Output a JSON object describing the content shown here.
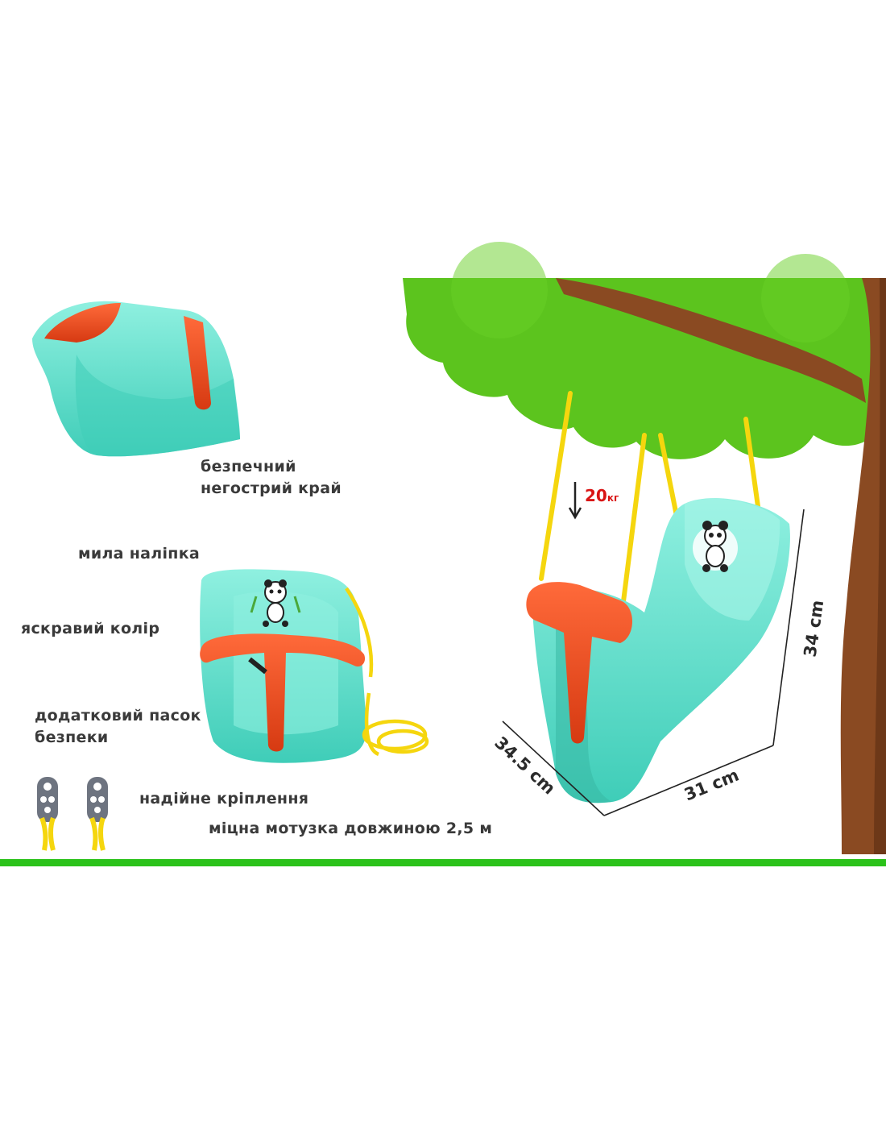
{
  "labels": {
    "safe_edge_line1": "безпечний",
    "safe_edge_line2": "негострий край",
    "cute_sticker": "мила наліпка",
    "bright_color": "яскравий колір",
    "extra_belt_line1": "додатковий пасок",
    "extra_belt_line2": "безпеки",
    "reliable_mount": "надійне кріплення",
    "strong_rope": "міцна мотузка довжиною 2,5 м"
  },
  "dimensions": {
    "height": "34 cm",
    "width": "31 cm",
    "depth": "34.5 cm"
  },
  "max_load": {
    "value": "20",
    "unit": "кг"
  },
  "colors": {
    "seat_turquoise": "#52dcc8",
    "seat_light": "#8ff0e0",
    "handle_orange": "#e8431c",
    "rope_yellow": "#f5d60e",
    "leaf_green": "#5cc41e",
    "trunk_brown": "#8a4a22",
    "accent_green_line": "#2bc21a",
    "load_red": "#d91515",
    "bracket_grey": "#6e7480"
  },
  "icons": [
    "arrow-down-icon",
    "panda-sticker-icon",
    "mount-bracket-icon"
  ]
}
